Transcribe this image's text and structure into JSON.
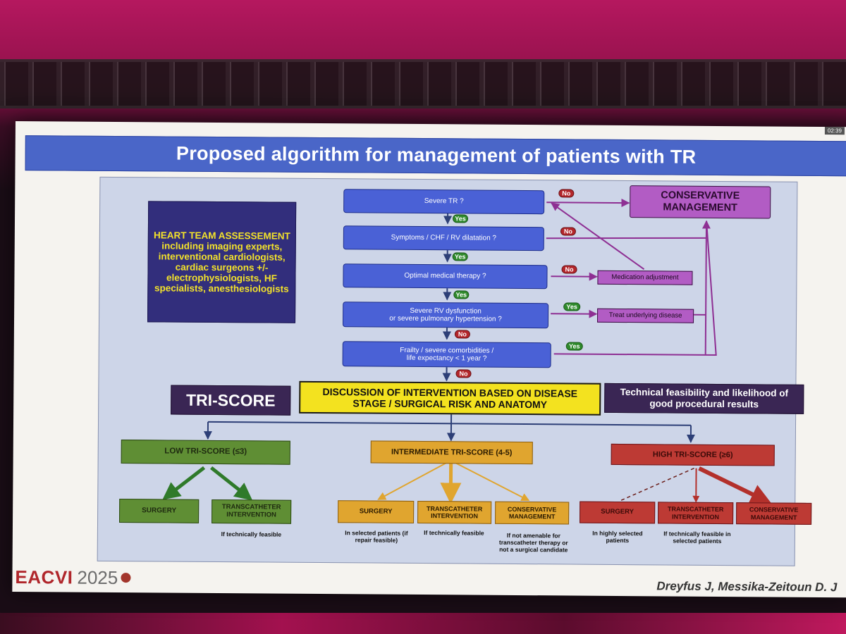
{
  "slide": {
    "title": "Proposed algorithm for management of patients with TR",
    "clock": "02:39",
    "footer_left": {
      "brand": "EACVI",
      "year": "2025"
    },
    "footer_right": "Dreyfus J, Messika-Zeitoun D. J"
  },
  "heart_team": {
    "text": "HEART TEAM ASSESSEMENT including imaging experts, interventional cardiologists, cardiac surgeons +/- electrophysiologists, HF specialists, anesthesiologists"
  },
  "flow": {
    "q1": "Severe TR ?",
    "q2": "Symptoms / CHF / RV dilatation ?",
    "q3": "Optimal medical therapy ?",
    "q4a": "Severe RV dysfunction",
    "q4b": "or severe pulmonary hypertension ?",
    "q5a": "Frailty / severe comorbidities /",
    "q5b": "life expectancy < 1 year ?",
    "conservative": "CONSERVATIVE MANAGEMENT",
    "medication": "Medication adjustment",
    "treat": "Treat underlying disease",
    "yes": "Yes",
    "no": "No"
  },
  "triscore_label": "TRI-SCORE",
  "discussion": "DISCUSSION OF INTERVENTION BASED ON DISEASE STAGE / SURGICAL RISK AND ANATOMY",
  "feasibility": "Technical feasibility and likelihood of good procedural results",
  "branches": {
    "low": {
      "title": "LOW TRI-SCORE (≤3)",
      "surgery": "SURGERY",
      "transcatheter": "TRANSCATHETER INTERVENTION",
      "note_transcatheter": "If technically feasible"
    },
    "intermediate": {
      "title": "INTERMEDIATE TRI-SCORE (4-5)",
      "surgery": "SURGERY",
      "transcatheter": "TRANSCATHETER INTERVENTION",
      "conservative": "CONSERVATIVE MANAGEMENT",
      "note_surgery": "In selected patients (if repair feasible)",
      "note_transcatheter": "If technically feasible",
      "note_conservative": "If not amenable for transcatheter therapy or not a surgical candidate"
    },
    "high": {
      "title": "HIGH TRI-SCORE (≥6)",
      "surgery": "SURGERY",
      "transcatheter": "TRANSCATHETER INTERVENTION",
      "conservative": "CONSERVATIVE MANAGEMENT",
      "note_surgery": "In highly selected patients",
      "note_transcatheter": "If technically feasible in selected patients"
    }
  },
  "colors": {
    "header_blue": "#4a66c8",
    "flow_box": "#4a61d6",
    "purple": "#b25cc4",
    "green": "#5f8e34",
    "orange": "#e0a52f",
    "red": "#bd3a34",
    "panel": "#cdd5e8"
  }
}
